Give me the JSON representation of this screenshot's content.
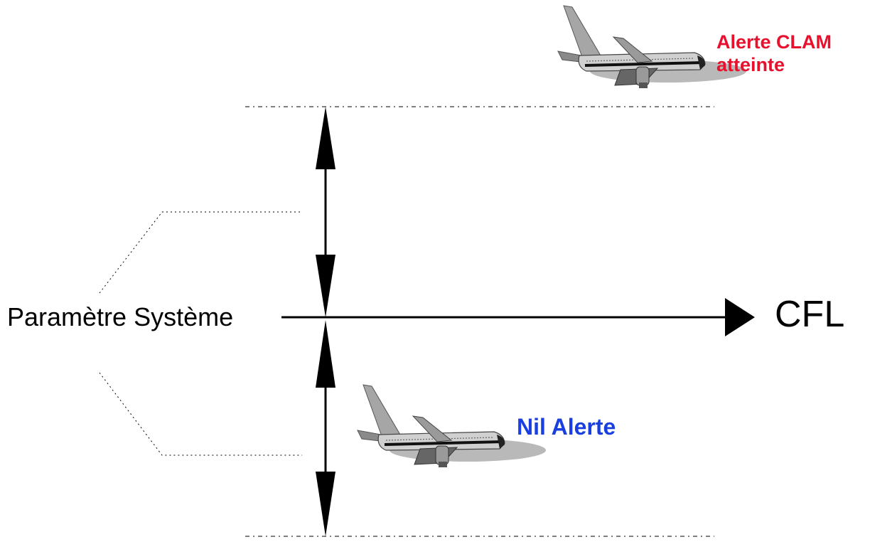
{
  "labels": {
    "system_parameter": "Paramètre Système",
    "cfl": "CFL",
    "alert_reached_line1": "Alerte CLAM",
    "alert_reached_line2": "atteinte",
    "nil_alert": "Nil Alerte"
  },
  "colors": {
    "alert_reached": "#e8112d",
    "nil_alert": "#1a3fe0",
    "lines": "#000000"
  },
  "icons": {
    "upper_aircraft": "airplane-icon",
    "lower_aircraft": "airplane-icon"
  }
}
